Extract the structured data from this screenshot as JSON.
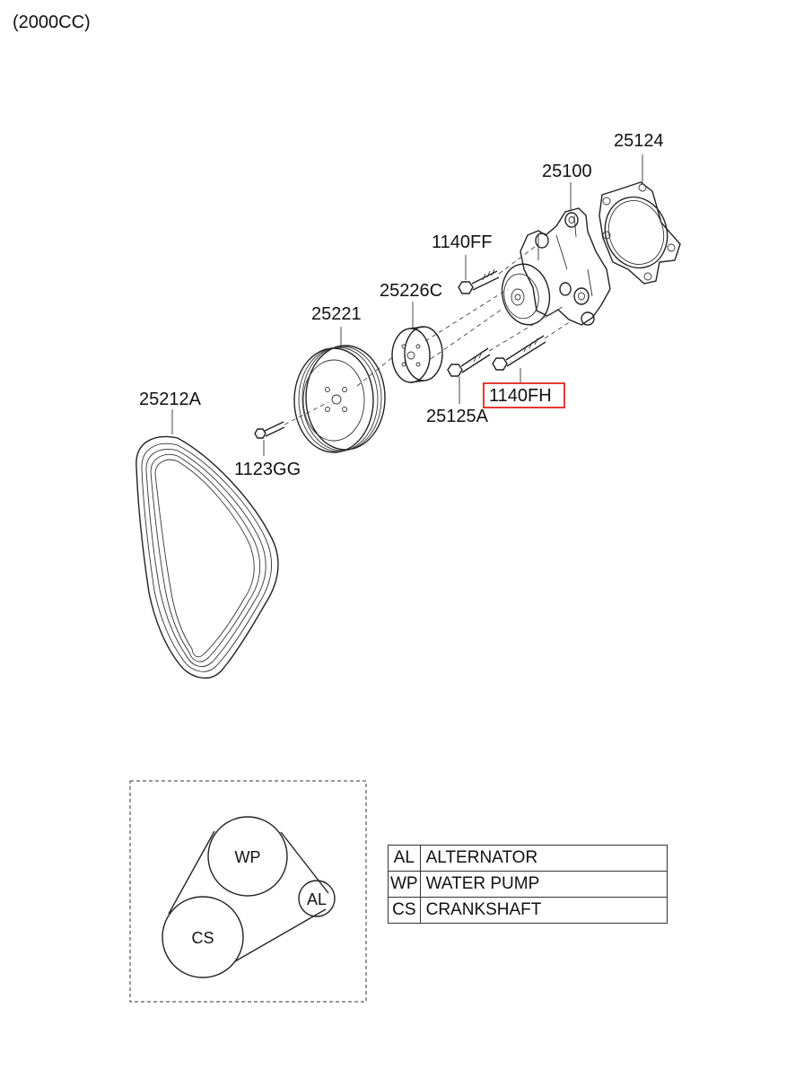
{
  "header": {
    "variant": "(2000CC)"
  },
  "parts": {
    "gasket": "25124",
    "water_pump": "25100",
    "bolt_ff": "1140FF",
    "spacer": "25226C",
    "pulley": "25221",
    "bolt_fh": "1140FH",
    "bolt_125a": "25125A",
    "belt": "25212A",
    "bolt_gg": "1123GG"
  },
  "highlight": {
    "part": "1140FH",
    "color": "#e53935"
  },
  "belt_layout": {
    "pulleys": {
      "wp": "WP",
      "al": "AL",
      "cs": "CS"
    }
  },
  "legend": [
    {
      "code": "AL",
      "name": "ALTERNATOR"
    },
    {
      "code": "WP",
      "name": "WATER PUMP"
    },
    {
      "code": "CS",
      "name": "CRANKSHAFT"
    }
  ]
}
